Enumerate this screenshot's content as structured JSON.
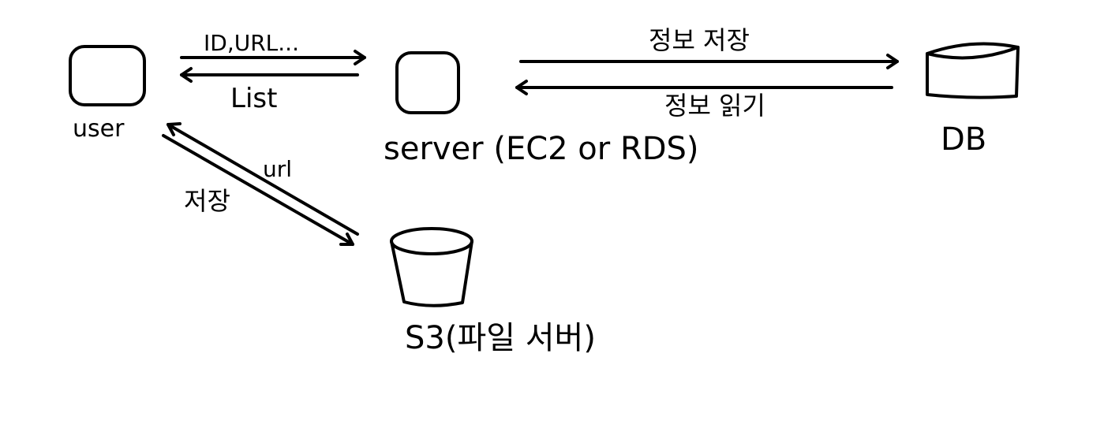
{
  "nodes": {
    "user": {
      "label": "user"
    },
    "server": {
      "label": "server (EC2 or RDS)"
    },
    "db": {
      "label": "DB"
    },
    "s3": {
      "label": "S3(파일 서버)"
    }
  },
  "edges": {
    "user_to_server": {
      "label": "ID,URL..."
    },
    "server_to_user": {
      "label": "List"
    },
    "server_to_db": {
      "label": "정보 저장"
    },
    "db_to_server": {
      "label": "정보 읽기"
    },
    "user_to_s3": {
      "label": "저장"
    },
    "s3_to_user": {
      "label": "url"
    }
  },
  "colors": {
    "ink": "#000000",
    "background": "#ffffff"
  }
}
